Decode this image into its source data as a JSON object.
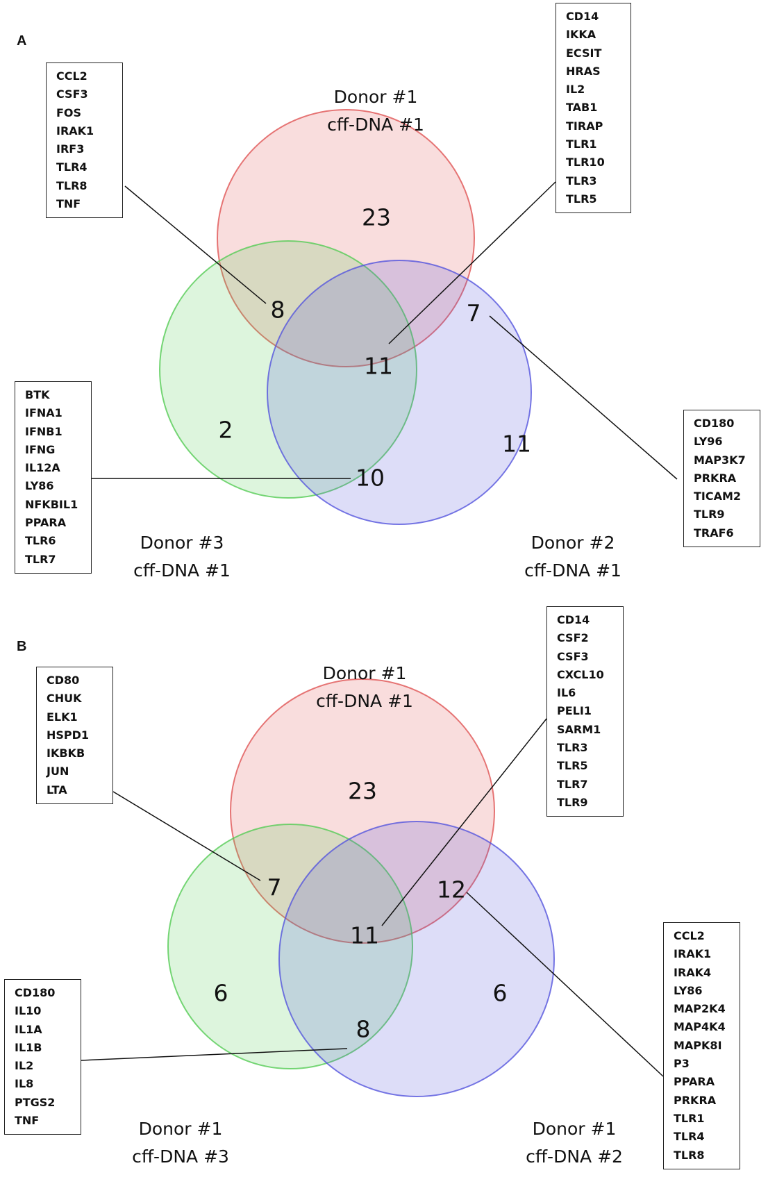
{
  "panels": [
    {
      "letter": "A",
      "sets": [
        {
          "line1": "Donor #1",
          "line2": "cff-DNA #1",
          "color": "#e05555"
        },
        {
          "line1": "Donor #2",
          "line2": "cff-DNA #1",
          "color": "#5555dd"
        },
        {
          "line1": "Donor #3",
          "line2": "cff-DNA #1",
          "color": "#55cc55"
        }
      ],
      "counts": {
        "only_top": "23",
        "only_left": "2",
        "only_right": "11",
        "top_left": "8",
        "top_right": "7",
        "left_right": "10",
        "all": "11"
      },
      "boxes": {
        "top_left": [
          "CCL2",
          "CSF3",
          "FOS",
          "IRAK1",
          "IRF3",
          "TLR4",
          "TLR8",
          "TNF"
        ],
        "all": [
          "CD14",
          "IKKA",
          "ECSIT",
          "HRAS",
          "IL2",
          "TAB1",
          "TIRAP",
          "TLR1",
          "TLR10",
          "TLR3",
          "TLR5"
        ],
        "left_right": [
          "BTK",
          "IFNA1",
          "IFNB1",
          "IFNG",
          "IL12A",
          "LY86",
          "NFKBIL1",
          "PPARA",
          "TLR6",
          "TLR7"
        ],
        "top_right": [
          "CD180",
          "LY96",
          "MAP3K7",
          "PRKRA",
          "TICAM2",
          "TLR9",
          "TRAF6"
        ]
      }
    },
    {
      "letter": "B",
      "sets": [
        {
          "line1": "Donor #1",
          "line2": "cff-DNA #1",
          "color": "#e05555"
        },
        {
          "line1": "Donor #1",
          "line2": "cff-DNA #2",
          "color": "#5555dd"
        },
        {
          "line1": "Donor #1",
          "line2": "cff-DNA #3",
          "color": "#55cc55"
        }
      ],
      "counts": {
        "only_top": "23",
        "only_left": "6",
        "only_right": "6",
        "top_left": "7",
        "top_right": "12",
        "left_right": "8",
        "all": "11"
      },
      "boxes": {
        "top_left": [
          "CD80",
          "CHUK",
          "ELK1",
          "HSPD1",
          "IKBKB",
          "JUN",
          "LTA"
        ],
        "all": [
          "CD14",
          "CSF2",
          "CSF3",
          "CXCL10",
          "IL6",
          "PELI1",
          "SARM1",
          "TLR3",
          "TLR5",
          "TLR7",
          "TLR9"
        ],
        "left_right": [
          "CD180",
          "IL10",
          "IL1A",
          "IL1B",
          "IL2",
          "IL8",
          "PTGS2",
          "TNF"
        ],
        "top_right": [
          "CCL2",
          "IRAK1",
          "IRAK4",
          "LY86",
          "MAP2K4",
          "MAP4K4",
          "MAPK8I",
          "P3",
          "PPARA",
          "PRKRA",
          "TLR1",
          "TLR4",
          "TLR8"
        ]
      }
    }
  ]
}
